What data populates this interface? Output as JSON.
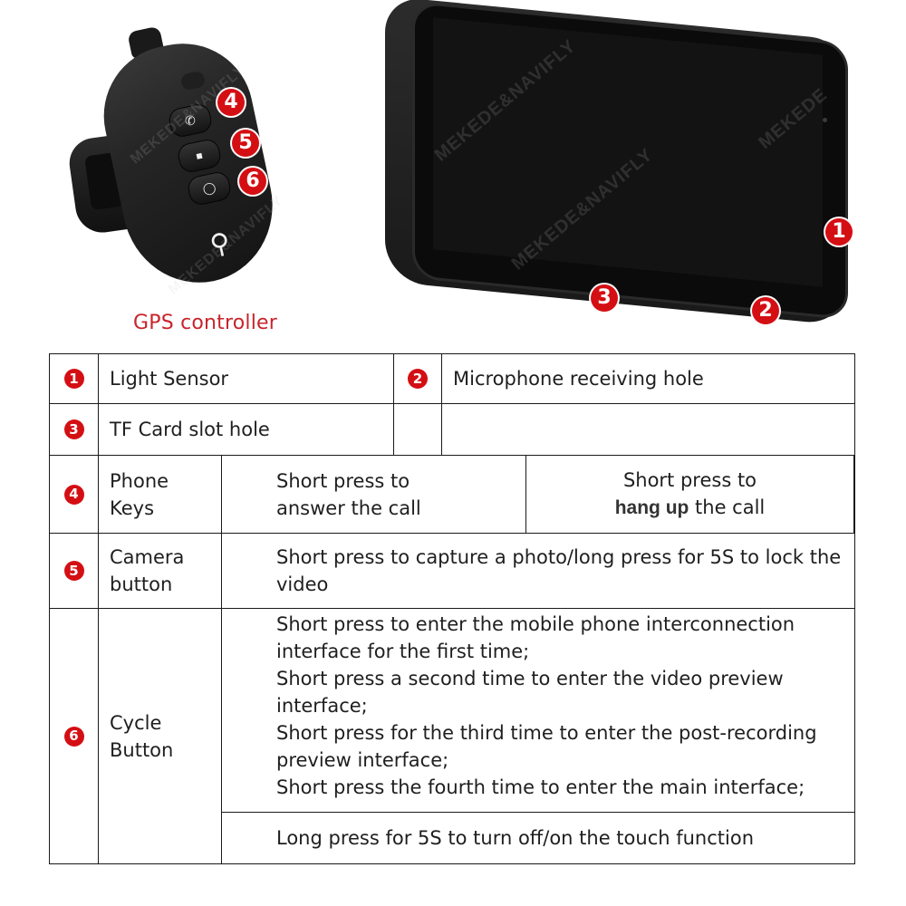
{
  "controller": {
    "label": "GPS controller",
    "label_color": "#c8242b",
    "callouts": [
      {
        "number": "4",
        "target": "phone-key"
      },
      {
        "number": "5",
        "target": "camera-button"
      },
      {
        "number": "6",
        "target": "cycle-button"
      }
    ],
    "buttons": [
      {
        "icon": "phone-icon",
        "glyph": "✆"
      },
      {
        "icon": "camera-icon",
        "glyph": "■"
      },
      {
        "icon": "cycle-icon",
        "glyph": "◯"
      }
    ],
    "logo_icon": "location-pin-icon",
    "logo_glyph": "⚲"
  },
  "device": {
    "watermarks": [
      "MEKEDE&NAVIFLY",
      "MEKEDE&NAVIFLY",
      "MEKEDE&NAVIFLY",
      "MEKEDE"
    ],
    "callouts": [
      {
        "number": "1",
        "target": "light-sensor"
      },
      {
        "number": "2",
        "target": "microphone-hole"
      },
      {
        "number": "3",
        "target": "tf-card-slot"
      }
    ]
  },
  "badge_color": "#d40f14",
  "table": {
    "row1": {
      "num_a": "1",
      "label_a": "Light Sensor",
      "num_b": "2",
      "label_b": "Microphone receiving hole"
    },
    "row2": {
      "num_a": "3",
      "label_a": "TF Card slot hole",
      "num_b": "",
      "label_b": ""
    },
    "row3": {
      "num": "4",
      "label": "Phone Keys",
      "desc_left": "Short press to answer the call",
      "desc_right_prefix": "Short press to",
      "desc_right_bold": "hang up",
      "desc_right_suffix": "the call"
    },
    "row4": {
      "num": "5",
      "label": "Camera button",
      "desc": "Short press to capture a photo/long press for 5S to lock the video"
    },
    "row5": {
      "num": "6",
      "label": "Cycle Button",
      "desc_lines": [
        "Short press to enter the mobile phone interconnection interface for the first time;",
        "Short press a second time to enter the video preview interface;",
        "Short press for the third time to enter the post-recording preview interface;",
        "Short press the fourth time to enter the main interface;"
      ],
      "desc_long": "Long press for 5S to turn off/on the touch function"
    }
  }
}
